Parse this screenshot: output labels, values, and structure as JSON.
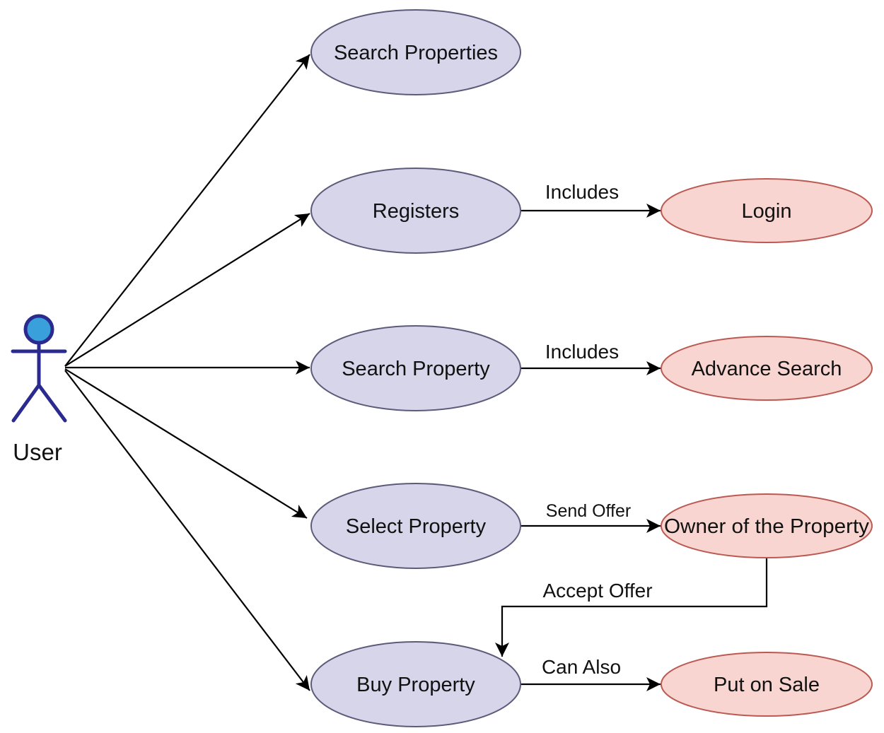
{
  "colors": {
    "primary_fill": "#d6d5ea",
    "primary_stroke": "#5c5b7a",
    "secondary_fill": "#f8d5d0",
    "secondary_stroke": "#bb5a52",
    "actor_stroke": "#2a2a8f",
    "actor_head": "#3aa0dc",
    "line": "#000000"
  },
  "actor": {
    "label": "User",
    "icon": "stick-figure-icon"
  },
  "use_cases": {
    "search_properties": "Search Properties",
    "registers": "Registers",
    "search_property": "Search Property",
    "select_property": "Select Property",
    "buy_property": "Buy Property",
    "login": "Login",
    "advance_search": "Advance Search",
    "owner": "Owner of the Property",
    "put_on_sale": "Put on Sale"
  },
  "relations": {
    "registers_login": "Includes",
    "search_advance": "Includes",
    "select_owner": "Send Offer",
    "owner_buy": "Accept Offer",
    "buy_sale": "Can Also"
  }
}
